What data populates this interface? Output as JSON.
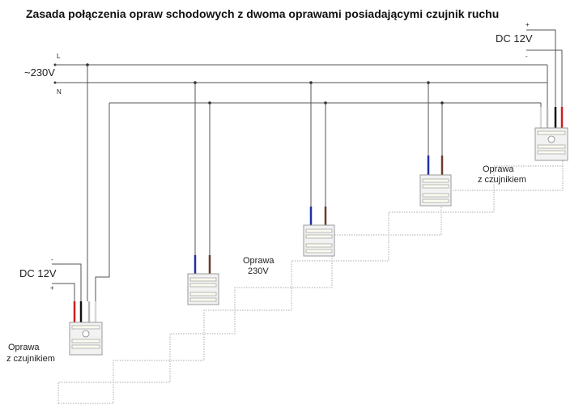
{
  "title": "Zasada połączenia opraw schodowych z dwoma oprawami posiadającymi czujnik ruchu",
  "mains": {
    "voltage": "~230V",
    "phase_label": "L",
    "neutral_label": "N"
  },
  "dc_top": {
    "label": "DC 12V",
    "plus": "+",
    "minus": "-"
  },
  "dc_bottom": {
    "label": "DC 12V",
    "plus": "+",
    "minus": "-"
  },
  "sensor_lamp_top": {
    "line1": "Oprawa",
    "line2": "z czujnikiem"
  },
  "sensor_lamp_bottom": {
    "line1": "Oprawa",
    "line2": "z czujnikiem"
  },
  "lamp_230": {
    "line1": "Oprawa",
    "line2": "230V"
  },
  "colors": {
    "blue_wire": "#1f2fa8",
    "brown_wire": "#6b3a2a",
    "red_wire": "#cc1f1f",
    "black_wire": "#111111",
    "white_wire": "#d8d8d8"
  }
}
